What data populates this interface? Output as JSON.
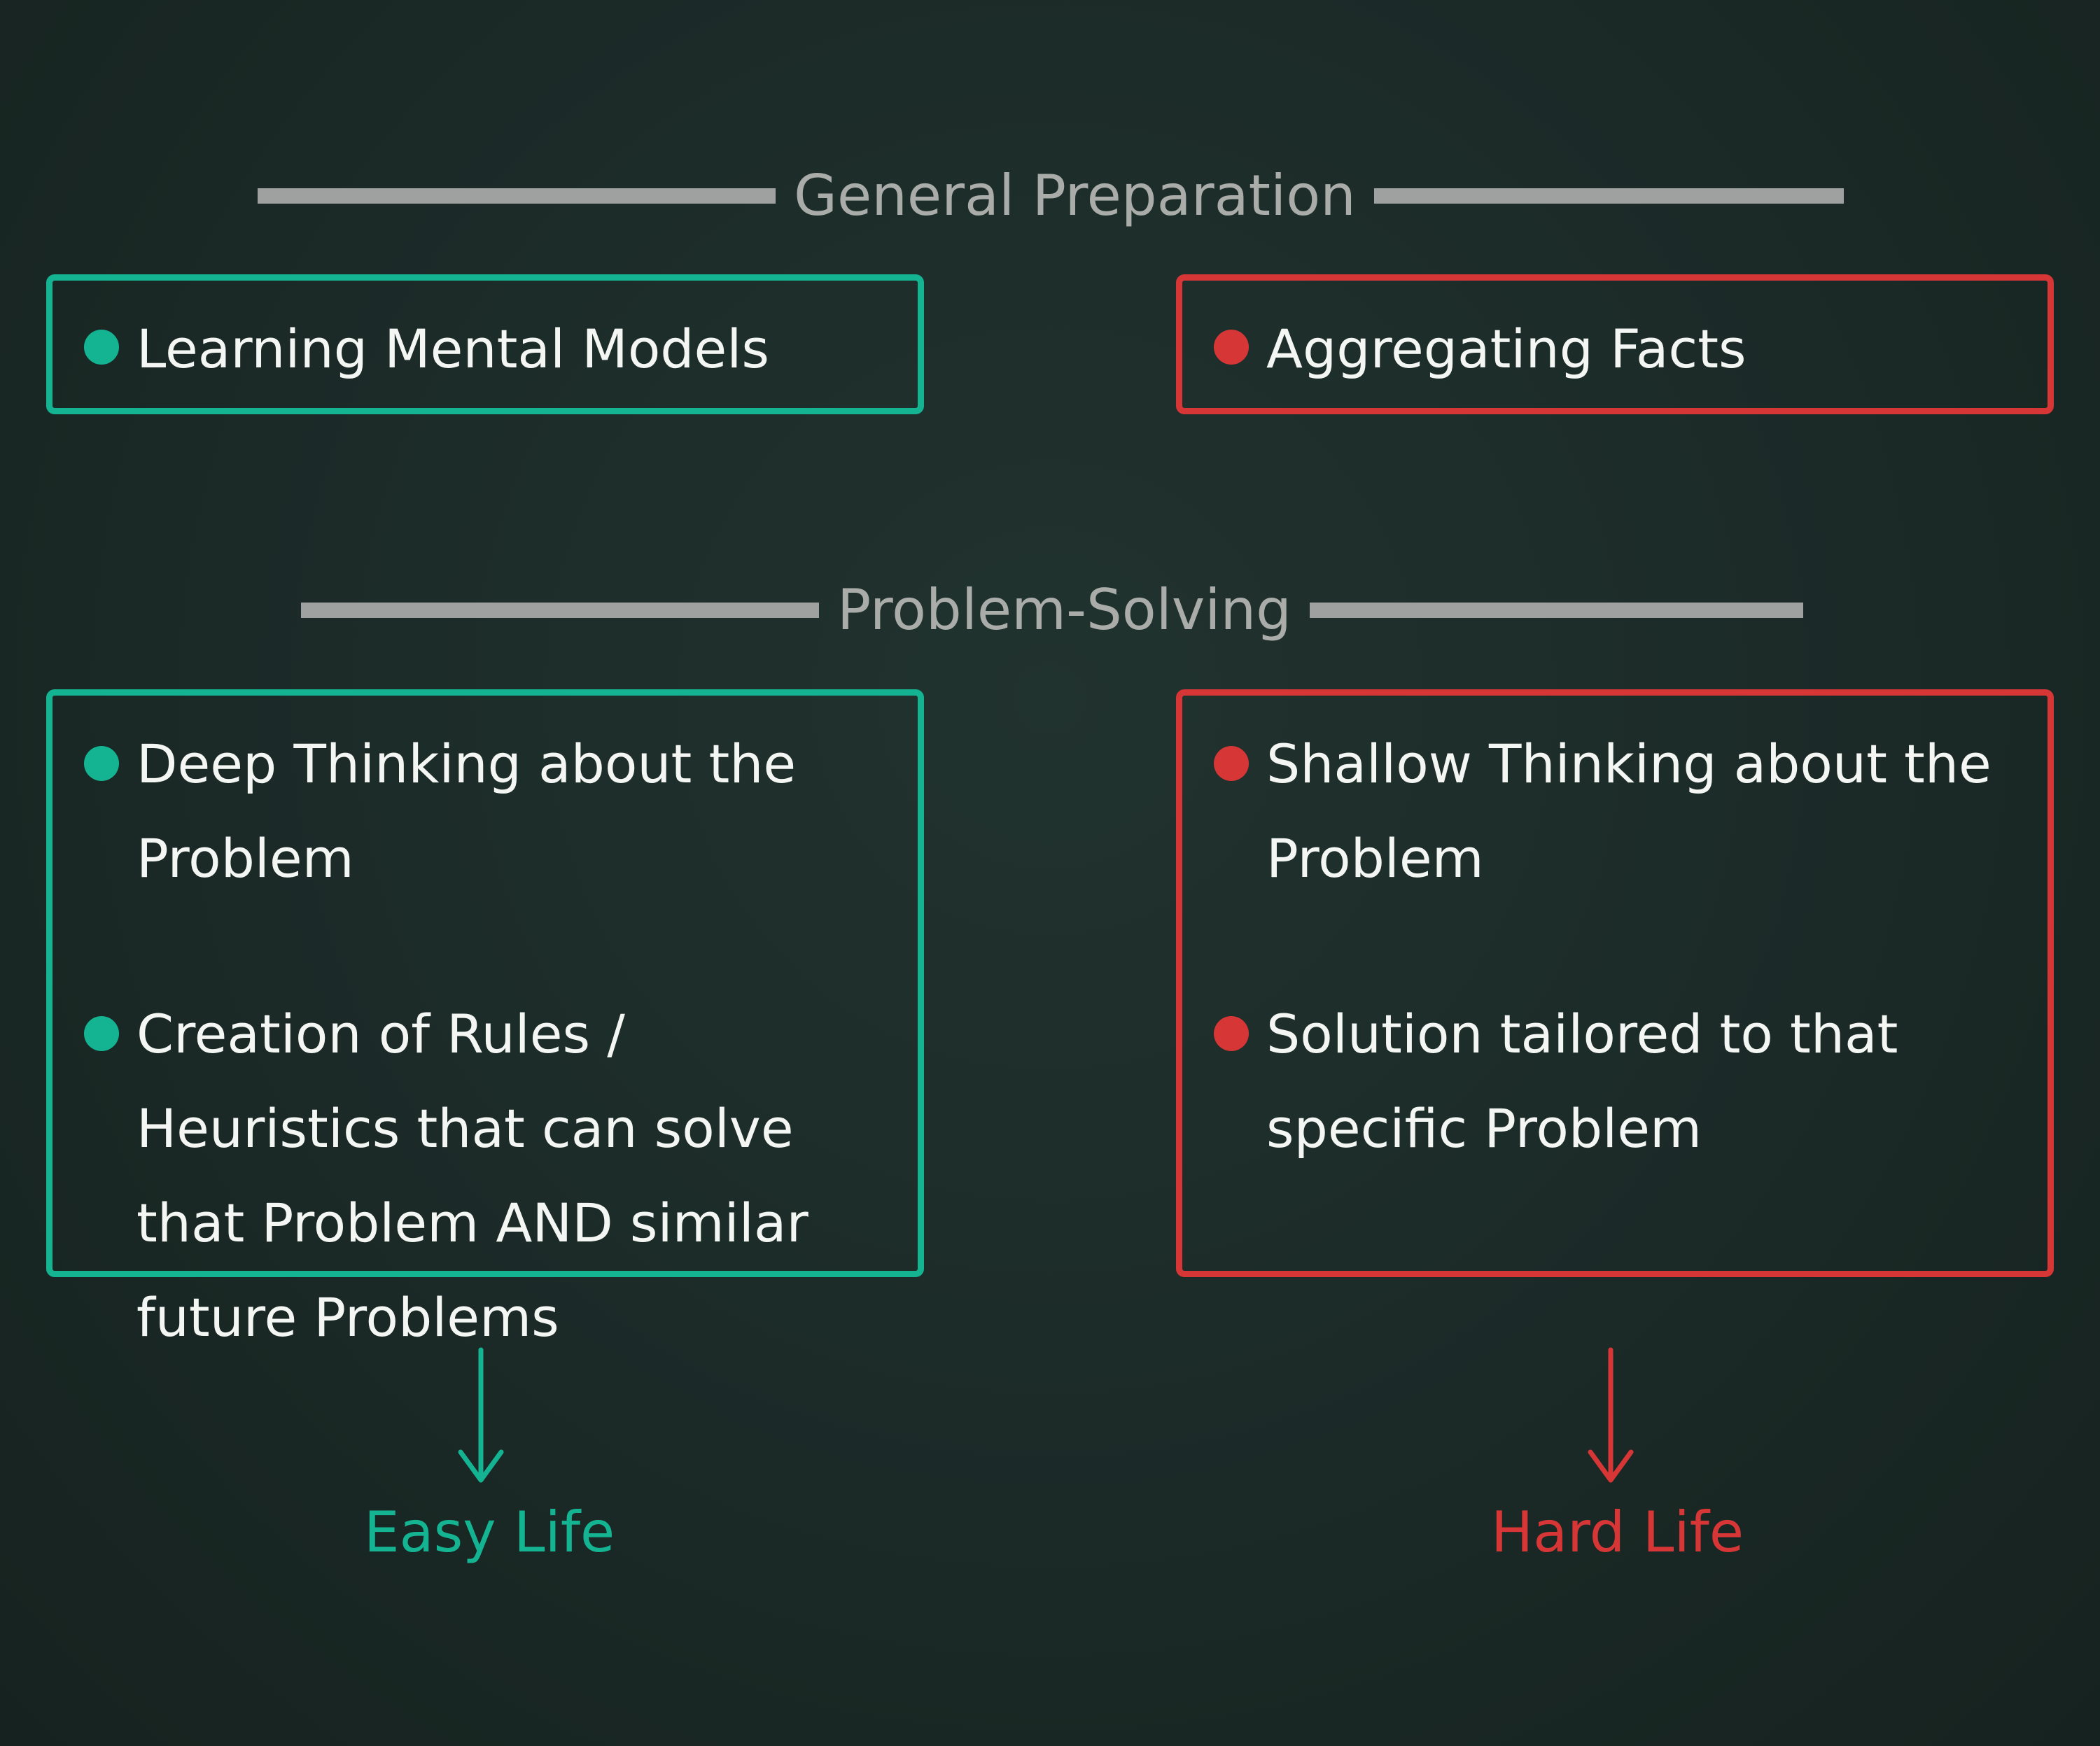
{
  "sections": [
    {
      "title": "General Preparation",
      "left": {
        "items": [
          "Learning Mental Models"
        ]
      },
      "right": {
        "items": [
          "Aggregating Facts"
        ]
      }
    },
    {
      "title": "Problem-Solving",
      "left": {
        "items": [
          "Deep Thinking about the Problem",
          "Creation of Rules / Heuristics that can solve that Problem AND similar future Problems"
        ]
      },
      "right": {
        "items": [
          "Shallow Thinking about the Problem",
          "Solution tailored to that specific Problem"
        ]
      }
    }
  ],
  "outcomes": {
    "left": "Easy Life",
    "right": "Hard Life"
  },
  "colors": {
    "background": "#1b2a27",
    "good": "#14b493",
    "bad": "#d73636",
    "header": "#a9aca9",
    "text": "#f4f6f3"
  },
  "icons": {
    "bullet": "bullet-dot-icon",
    "arrow": "arrow-down-icon"
  }
}
